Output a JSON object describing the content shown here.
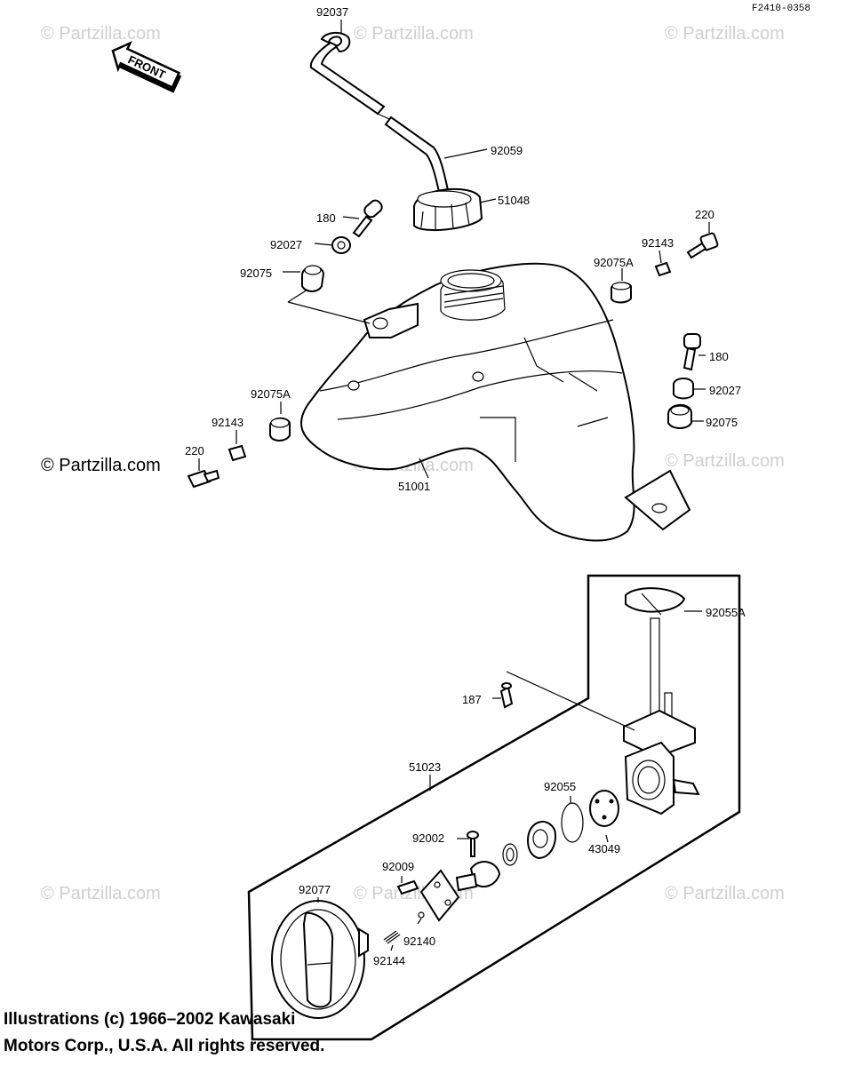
{
  "drawing_code": "F2410-0358",
  "front_label": "FRONT",
  "watermark": "© Partzilla.com",
  "labels": {
    "l92037": "92037",
    "l92059": "92059",
    "l51048": "51048",
    "l180a": "180",
    "l92027a": "92027",
    "l92075a": "92075",
    "l220a": "220",
    "l92143a": "92143",
    "l92075Aa": "92075A",
    "l180b": "180",
    "l92027b": "92027",
    "l92075b": "92075",
    "l92075Ab": "92075A",
    "l92143b": "92143",
    "l220b": "220",
    "l51001": "51001",
    "l92055A": "92055A",
    "l187": "187",
    "l51023": "51023",
    "l92055": "92055",
    "l43049": "43049",
    "l92002": "92002",
    "l92009": "92009",
    "l92077": "92077",
    "l92140": "92140",
    "l92144": "92144"
  },
  "copyright": {
    "line1": "Illustrations (c) 1966–2002 Kawasaki",
    "line2": "Motors Corp., U.S.A.  All rights reserved."
  }
}
